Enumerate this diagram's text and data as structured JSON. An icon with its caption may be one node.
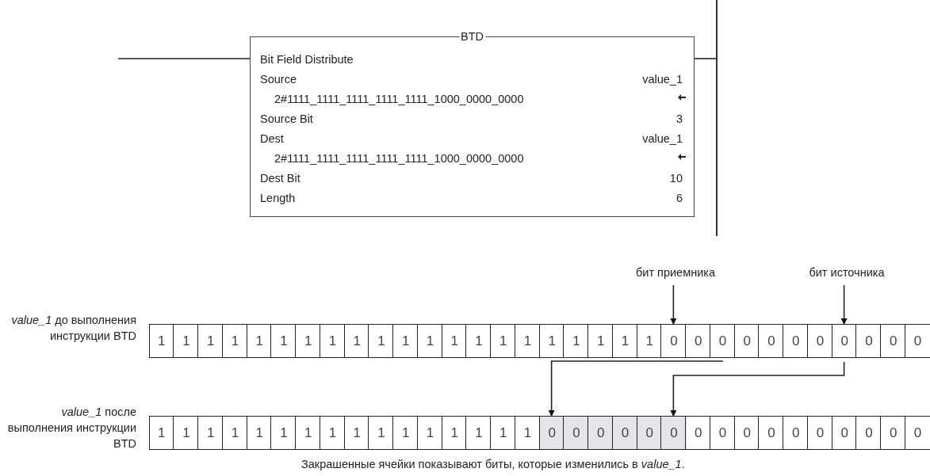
{
  "diagram": {
    "caption": "Закрашенные ячейки показывают биты, которые изменились в *value_1*.",
    "nodes": [
      {
        "text": [
          "BTD",
          "Bit Field Distribute",
          "Source",
          "value_1",
          "2#1111_1111_1111_1111_1111_1000_0000_0000",
          "Source Bit",
          "3",
          "Dest",
          "value_1",
          "2#1111_1111_1111_1111_1111_1000_0000_0000",
          "Dest Bit",
          "10",
          "Length",
          "6"
        ]
      },
      {
        "text": [],
        "shape": "bar"
      },
      {
        "text": [
          "бит приемника"
        ]
      },
      {
        "text": [
          "бит источника"
        ]
      },
      {
        "text": [],
        "shape": "bar",
        "beside": [
          "*value_1* до выполнения инструкции BTD"
        ]
      },
      {
        "text": [
          "1"
        ],
        "in": 4
      },
      {
        "text": [
          "1"
        ],
        "in": 4
      },
      {
        "text": [
          "1"
        ],
        "in": 4
      },
      {
        "text": [
          "1"
        ],
        "in": 4
      },
      {
        "text": [
          "1"
        ],
        "in": 4
      },
      {
        "text": [
          "1"
        ],
        "in": 4
      },
      {
        "text": [
          "1"
        ],
        "in": 4
      },
      {
        "text": [
          "1"
        ],
        "in": 4
      },
      {
        "text": [
          "1"
        ],
        "in": 4
      },
      {
        "text": [
          "1"
        ],
        "in": 4
      },
      {
        "text": [
          "1"
        ],
        "in": 4
      },
      {
        "text": [
          "1"
        ],
        "in": 4
      },
      {
        "text": [
          "1"
        ],
        "in": 4
      },
      {
        "text": [
          "1"
        ],
        "in": 4
      },
      {
        "text": [
          "1"
        ],
        "in": 4
      },
      {
        "text": [
          "1"
        ],
        "in": 4
      },
      {
        "text": [
          "1"
        ],
        "in": 4
      },
      {
        "text": [
          "1"
        ],
        "in": 4
      },
      {
        "text": [
          "1"
        ],
        "in": 4
      },
      {
        "text": [
          "1"
        ],
        "in": 4
      },
      {
        "text": [
          "1"
        ],
        "in": 4
      },
      {
        "text": [
          "0"
        ],
        "in": 4
      },
      {
        "text": [
          "0"
        ],
        "in": 4
      },
      {
        "text": [
          "0"
        ],
        "in": 4
      },
      {
        "text": [
          "0"
        ],
        "in": 4
      },
      {
        "text": [
          "0"
        ],
        "in": 4
      },
      {
        "text": [
          "0"
        ],
        "in": 4
      },
      {
        "text": [
          "0"
        ],
        "in": 4
      },
      {
        "text": [
          "0"
        ],
        "in": 4
      },
      {
        "text": [
          "0"
        ],
        "in": 4
      },
      {
        "text": [
          "0"
        ],
        "in": 4
      },
      {
        "text": [
          "0"
        ],
        "in": 4
      },
      {
        "text": [],
        "shape": "bar",
        "beside": [
          "*value_1* после выполнения инструкции BTD"
        ]
      },
      {
        "text": [
          "1"
        ],
        "in": 37
      },
      {
        "text": [
          "1"
        ],
        "in": 37
      },
      {
        "text": [
          "1"
        ],
        "in": 37
      },
      {
        "text": [
          "1"
        ],
        "in": 37
      },
      {
        "text": [
          "1"
        ],
        "in": 37
      },
      {
        "text": [
          "1"
        ],
        "in": 37
      },
      {
        "text": [
          "1"
        ],
        "in": 37
      },
      {
        "text": [
          "1"
        ],
        "in": 37
      },
      {
        "text": [
          "1"
        ],
        "in": 37
      },
      {
        "text": [
          "1"
        ],
        "in": 37
      },
      {
        "text": [
          "1"
        ],
        "in": 37
      },
      {
        "text": [
          "1"
        ],
        "in": 37
      },
      {
        "text": [
          "1"
        ],
        "in": 37
      },
      {
        "text": [
          "1"
        ],
        "in": 37
      },
      {
        "text": [
          "1"
        ],
        "in": 37
      },
      {
        "text": [
          "1"
        ],
        "in": 37
      },
      {
        "text": [
          "0"
        ],
        "in": 37
      },
      {
        "text": [
          "0"
        ],
        "in": 37
      },
      {
        "text": [
          "0"
        ],
        "in": 37
      },
      {
        "text": [
          "0"
        ],
        "in": 37
      },
      {
        "text": [
          "0"
        ],
        "in": 37
      },
      {
        "text": [
          "0"
        ],
        "in": 37
      },
      {
        "text": [
          "0"
        ],
        "in": 37
      },
      {
        "text": [
          "0"
        ],
        "in": 37
      },
      {
        "text": [
          "0"
        ],
        "in": 37
      },
      {
        "text": [
          "0"
        ],
        "in": 37
      },
      {
        "text": [
          "0"
        ],
        "in": 37
      },
      {
        "text": [
          "0"
        ],
        "in": 37
      },
      {
        "text": [
          "0"
        ],
        "in": 37
      },
      {
        "text": [
          "0"
        ],
        "in": 37
      },
      {
        "text": [
          "0"
        ],
        "in": 37
      },
      {
        "text": [
          "0"
        ],
        "in": 37
      }
    ],
    "edges": [
      {
        "from": null,
        "to": 0,
        "arrow": "none"
      },
      {
        "from": 0,
        "to": 1,
        "arrow": "none"
      },
      {
        "from": 2,
        "to": 26,
        "arrow": "to"
      },
      {
        "from": 3,
        "to": 33,
        "arrow": "to"
      },
      {
        "from": 28,
        "to": 54,
        "arrow": "to"
      },
      {
        "from": 33,
        "to": 59,
        "arrow": "to"
      }
    ]
  }
}
